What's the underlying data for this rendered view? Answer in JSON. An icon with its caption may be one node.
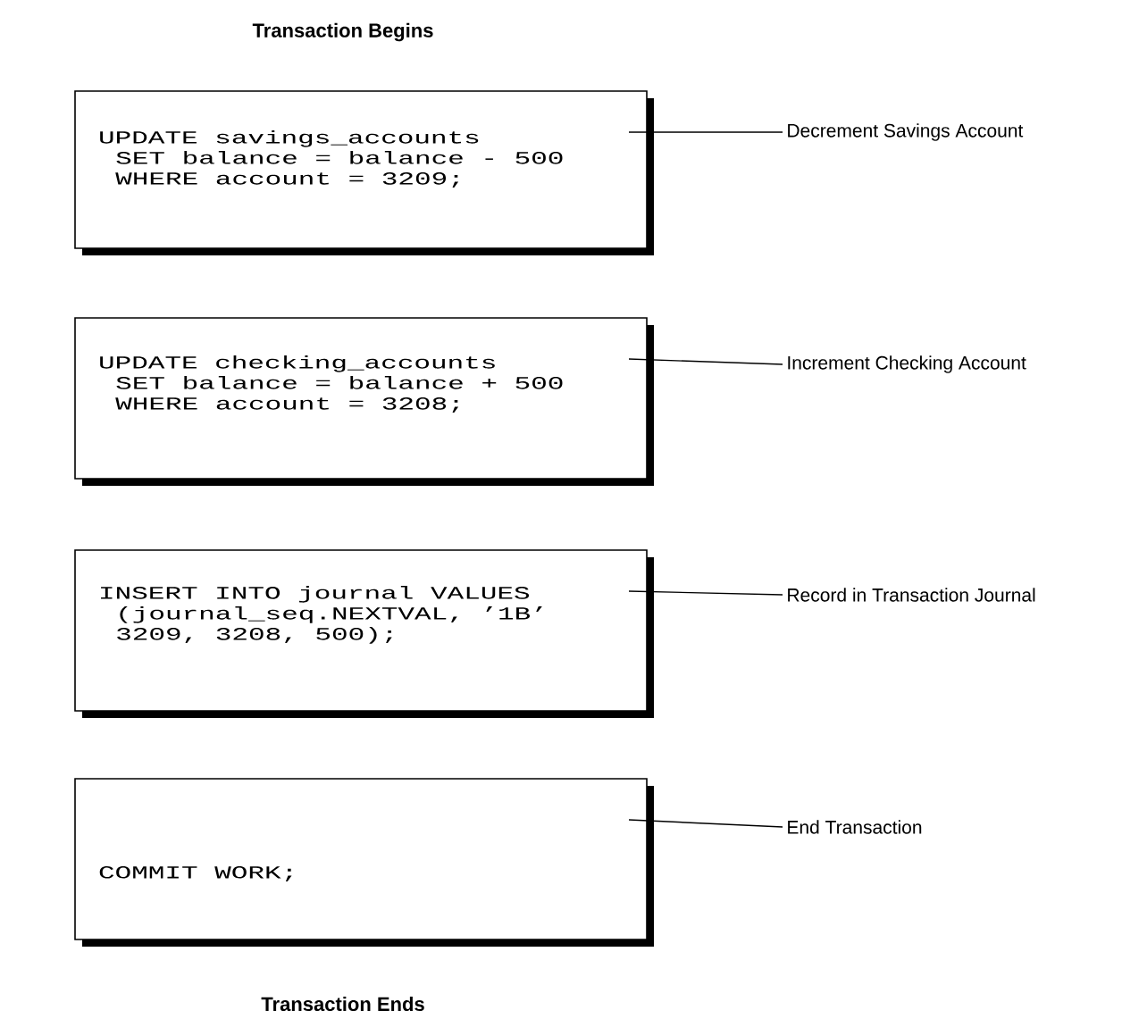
{
  "diagram": {
    "title": "Transaction Begins",
    "nodes": [
      {
        "text": [
          "UPDATE savings_accounts",
          "SET balance = balance - 500",
          "WHERE account = 3209;"
        ]
      },
      {
        "text": [
          "UPDATE checking_accounts",
          "SET balance = balance + 500",
          "WHERE account = 3208;"
        ]
      },
      {
        "text": [
          "INSERT INTO journal VALUES",
          "(journal_seq.NEXTVAL, ’1B’",
          "3209, 3208, 500);"
        ]
      },
      {
        "text": [
          "COMMIT WORK;"
        ]
      },
      {
        "text": [
          "Decrement Savings Account"
        ]
      },
      {
        "text": [
          "Increment Checking Account"
        ]
      },
      {
        "text": [
          "Record in Transaction Journal"
        ]
      },
      {
        "text": [
          "End Transaction"
        ]
      }
    ],
    "edges": [
      {
        "from": 0,
        "to": 4,
        "arrow": "none"
      },
      {
        "from": 1,
        "to": 5,
        "arrow": "none"
      },
      {
        "from": 2,
        "to": 6,
        "arrow": "none"
      },
      {
        "from": 3,
        "to": 7,
        "arrow": "none"
      }
    ],
    "labels": [
      "Transaction Ends"
    ]
  }
}
